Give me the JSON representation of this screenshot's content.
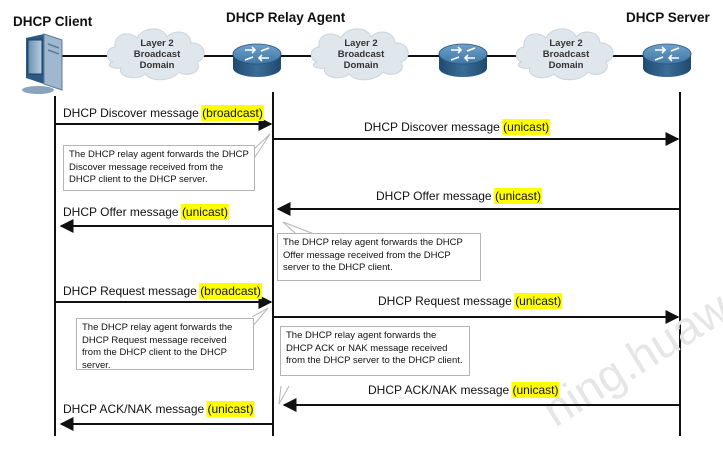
{
  "header": {
    "client_title": "DHCP Client",
    "relay_title": "DHCP Relay Agent",
    "server_title": "DHCP Server"
  },
  "clouds": [
    {
      "line1": "Layer 2",
      "line2": "Broadcast",
      "line3": "Domain"
    },
    {
      "line1": "Layer 2",
      "line2": "Broadcast",
      "line3": "Domain"
    },
    {
      "line1": "Layer 2",
      "line2": "Broadcast",
      "line3": "Domain"
    }
  ],
  "messages": {
    "discover_left": {
      "text": "DHCP Discover message ",
      "tag": "(broadcast)"
    },
    "discover_right": {
      "text": "DHCP Discover message ",
      "tag": "(unicast)"
    },
    "offer_right": {
      "text": "DHCP Offer message ",
      "tag": "(unicast)"
    },
    "offer_left": {
      "text": "DHCP Offer message ",
      "tag": "(unicast)"
    },
    "request_left": {
      "text": "DHCP Request message ",
      "tag": "(broadcast)"
    },
    "request_right": {
      "text": "DHCP Request message ",
      "tag": "(unicast)"
    },
    "ack_right": {
      "text": "DHCP ACK/NAK message ",
      "tag": "(unicast)"
    },
    "ack_left": {
      "text": "DHCP ACK/NAK message ",
      "tag": "(unicast)"
    }
  },
  "notes": {
    "discover_note": "The DHCP relay agent forwards the DHCP Discover message received from the DHCP client to the DHCP server.",
    "offer_note": "The DHCP relay agent forwards the DHCP Offer message received from the DHCP server to the DHCP client.",
    "request_note": "The DHCP relay agent forwards the DHCP Request message received from the DHCP client to the DHCP server.",
    "ack_note": "The DHCP relay agent forwards the DHCP ACK or NAK message received from the DHCP server to the DHCP client."
  },
  "watermark": "ning.huawe",
  "colors": {
    "highlight": "#ffff00",
    "router_top": "#4a86b4",
    "router_body": "#2f5f88",
    "cloud": "#dfe6ec",
    "line": "#111111"
  },
  "icons": [
    "computer-icon",
    "router-icon",
    "cloud-icon"
  ]
}
